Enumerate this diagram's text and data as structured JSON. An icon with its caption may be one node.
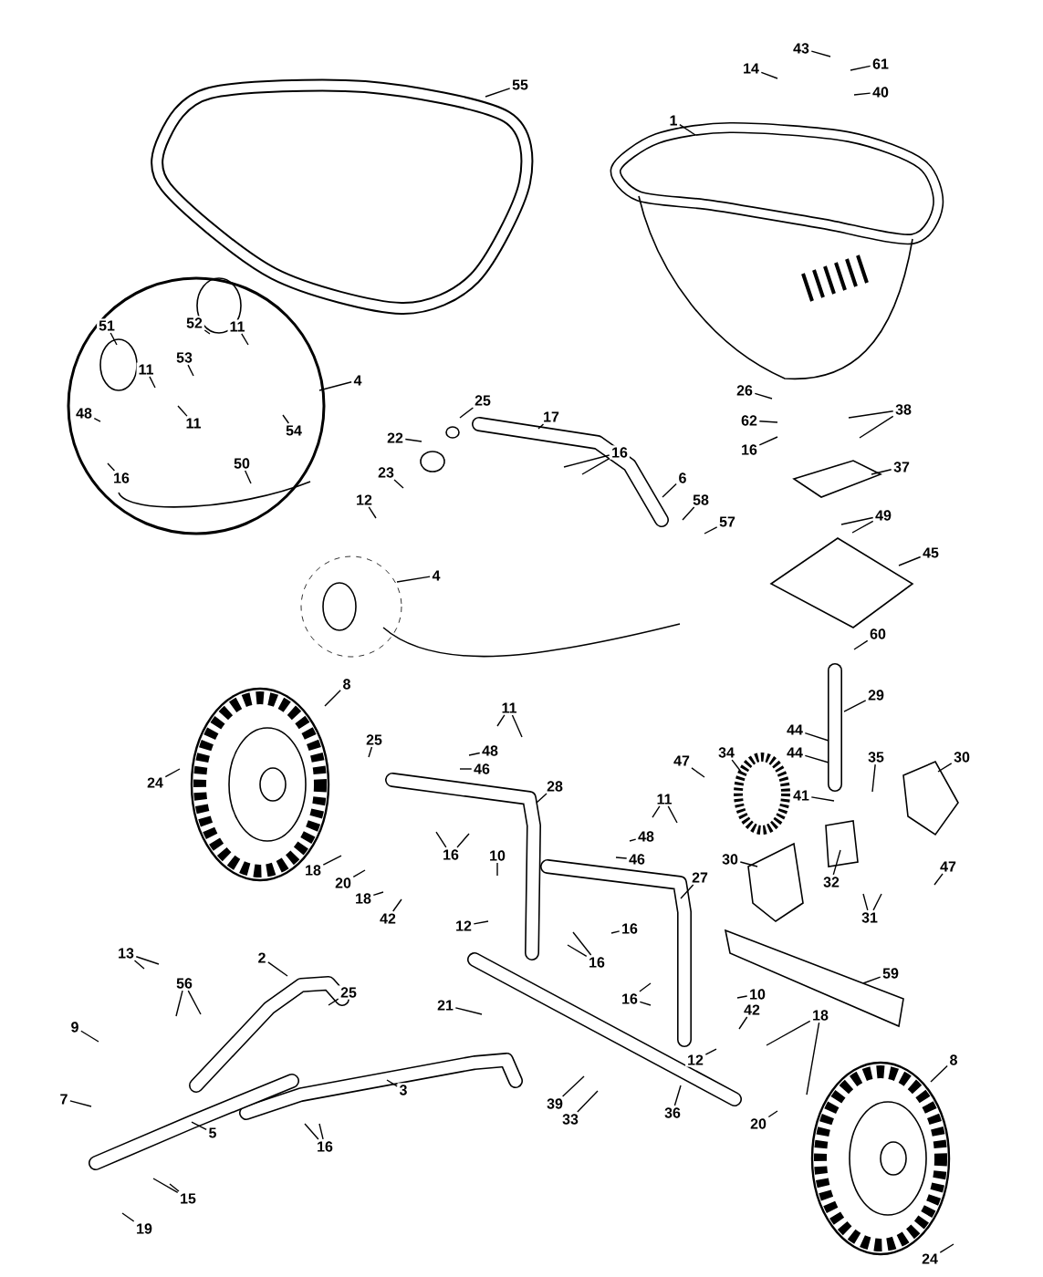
{
  "diagram": {
    "nodes": [
      {
        "text": [
          "1"
        ]
      },
      {
        "text": [
          "55"
        ]
      },
      {
        "text": [
          "14"
        ]
      },
      {
        "text": [
          "43"
        ]
      },
      {
        "text": [
          "61"
        ]
      },
      {
        "text": [
          "40"
        ]
      },
      {
        "text": [
          "26"
        ]
      },
      {
        "text": [
          "38"
        ]
      },
      {
        "text": [
          "62"
        ]
      },
      {
        "text": [
          "16"
        ]
      },
      {
        "text": [
          "37"
        ]
      },
      {
        "text": [
          "49"
        ]
      },
      {
        "text": [
          "45"
        ]
      },
      {
        "text": [
          "60"
        ]
      },
      {
        "text": [
          "29"
        ]
      },
      {
        "text": [
          "44"
        ]
      },
      {
        "text": [
          "44"
        ]
      },
      {
        "text": [
          "30"
        ]
      },
      {
        "text": [
          "41"
        ]
      },
      {
        "text": [
          "35"
        ]
      },
      {
        "text": [
          "47"
        ]
      },
      {
        "text": [
          "34"
        ]
      },
      {
        "text": [
          "30"
        ]
      },
      {
        "text": [
          "32"
        ]
      },
      {
        "text": [
          "47"
        ]
      },
      {
        "text": [
          "31"
        ]
      },
      {
        "text": [
          "59"
        ]
      },
      {
        "text": [
          "11"
        ]
      },
      {
        "text": [
          "48"
        ]
      },
      {
        "text": [
          "46"
        ]
      },
      {
        "text": [
          "28"
        ]
      },
      {
        "text": [
          "16"
        ]
      },
      {
        "text": [
          "25"
        ]
      },
      {
        "text": [
          "24"
        ]
      },
      {
        "text": [
          "8"
        ]
      },
      {
        "text": [
          "18"
        ]
      },
      {
        "text": [
          "20"
        ]
      },
      {
        "text": [
          "18"
        ]
      },
      {
        "text": [
          "42"
        ]
      },
      {
        "text": [
          "10"
        ]
      },
      {
        "text": [
          "12"
        ]
      },
      {
        "text": [
          "11"
        ]
      },
      {
        "text": [
          "48"
        ]
      },
      {
        "text": [
          "46"
        ]
      },
      {
        "text": [
          "27"
        ]
      },
      {
        "text": [
          "16"
        ]
      },
      {
        "text": [
          "16"
        ]
      },
      {
        "text": [
          "16"
        ]
      },
      {
        "text": [
          "10"
        ]
      },
      {
        "text": [
          "12"
        ]
      },
      {
        "text": [
          "42"
        ]
      },
      {
        "text": [
          "18"
        ]
      },
      {
        "text": [
          "20"
        ]
      },
      {
        "text": [
          "8"
        ]
      },
      {
        "text": [
          "24"
        ]
      },
      {
        "text": [
          "36"
        ]
      },
      {
        "text": [
          "39"
        ]
      },
      {
        "text": [
          "33"
        ]
      },
      {
        "text": [
          "21"
        ]
      },
      {
        "text": [
          "2"
        ]
      },
      {
        "text": [
          "25"
        ]
      },
      {
        "text": [
          "3"
        ]
      },
      {
        "text": [
          "13"
        ]
      },
      {
        "text": [
          "56"
        ]
      },
      {
        "text": [
          "9"
        ]
      },
      {
        "text": [
          "7"
        ]
      },
      {
        "text": [
          "5"
        ]
      },
      {
        "text": [
          "16"
        ]
      },
      {
        "text": [
          "15"
        ]
      },
      {
        "text": [
          "19"
        ]
      },
      {
        "text": [
          "4"
        ]
      },
      {
        "text": [
          "52"
        ]
      },
      {
        "text": [
          "11"
        ]
      },
      {
        "text": [
          "53"
        ]
      },
      {
        "text": [
          "11"
        ]
      },
      {
        "text": [
          "11"
        ]
      },
      {
        "text": [
          "51"
        ]
      },
      {
        "text": [
          "48"
        ]
      },
      {
        "text": [
          "54"
        ]
      },
      {
        "text": [
          "16"
        ]
      },
      {
        "text": [
          "50"
        ]
      },
      {
        "text": [
          "25"
        ]
      },
      {
        "text": [
          "17"
        ]
      },
      {
        "text": [
          "22"
        ]
      },
      {
        "text": [
          "16"
        ]
      },
      {
        "text": [
          "23"
        ]
      },
      {
        "text": [
          "6"
        ]
      },
      {
        "text": [
          "58"
        ]
      },
      {
        "text": [
          "57"
        ]
      },
      {
        "text": [
          "12"
        ]
      },
      {
        "text": [
          "4"
        ]
      }
    ],
    "edges": [
      {
        "from": 0,
        "to": null,
        "arrow": "none"
      },
      {
        "from": 1,
        "to": null,
        "arrow": "none"
      },
      {
        "from": 2,
        "to": null,
        "arrow": "none"
      },
      {
        "from": 3,
        "to": null,
        "arrow": "none"
      },
      {
        "from": 4,
        "to": null,
        "arrow": "none"
      },
      {
        "from": 5,
        "to": null,
        "arrow": "none"
      },
      {
        "from": 6,
        "to": null,
        "arrow": "none"
      },
      {
        "from": 7,
        "to": null,
        "arrow": "none"
      },
      {
        "from": 7,
        "to": null,
        "arrow": "none"
      },
      {
        "from": 8,
        "to": null,
        "arrow": "none"
      },
      {
        "from": 9,
        "to": null,
        "arrow": "none"
      },
      {
        "from": 10,
        "to": null,
        "arrow": "none"
      },
      {
        "from": 11,
        "to": null,
        "arrow": "none"
      },
      {
        "from": 11,
        "to": null,
        "arrow": "none"
      },
      {
        "from": 12,
        "to": null,
        "arrow": "none"
      },
      {
        "from": 13,
        "to": null,
        "arrow": "none"
      },
      {
        "from": 14,
        "to": null,
        "arrow": "none"
      },
      {
        "from": 15,
        "to": null,
        "arrow": "none"
      },
      {
        "from": 16,
        "to": null,
        "arrow": "none"
      },
      {
        "from": 17,
        "to": null,
        "arrow": "none"
      },
      {
        "from": 18,
        "to": null,
        "arrow": "none"
      },
      {
        "from": 19,
        "to": null,
        "arrow": "none"
      },
      {
        "from": 20,
        "to": null,
        "arrow": "none"
      },
      {
        "from": 21,
        "to": null,
        "arrow": "none"
      },
      {
        "from": 22,
        "to": null,
        "arrow": "none"
      },
      {
        "from": 23,
        "to": null,
        "arrow": "none"
      },
      {
        "from": 24,
        "to": null,
        "arrow": "none"
      },
      {
        "from": 25,
        "to": null,
        "arrow": "none"
      },
      {
        "from": 25,
        "to": null,
        "arrow": "none"
      },
      {
        "from": 26,
        "to": null,
        "arrow": "none"
      },
      {
        "from": 27,
        "to": null,
        "arrow": "none"
      },
      {
        "from": 27,
        "to": null,
        "arrow": "none"
      },
      {
        "from": 28,
        "to": null,
        "arrow": "none"
      },
      {
        "from": 29,
        "to": null,
        "arrow": "none"
      },
      {
        "from": 30,
        "to": null,
        "arrow": "none"
      },
      {
        "from": 31,
        "to": null,
        "arrow": "none"
      },
      {
        "from": 31,
        "to": null,
        "arrow": "none"
      },
      {
        "from": 32,
        "to": null,
        "arrow": "none"
      },
      {
        "from": 33,
        "to": null,
        "arrow": "none"
      },
      {
        "from": 34,
        "to": null,
        "arrow": "none"
      },
      {
        "from": 35,
        "to": null,
        "arrow": "none"
      },
      {
        "from": 36,
        "to": null,
        "arrow": "none"
      },
      {
        "from": 37,
        "to": null,
        "arrow": "none"
      },
      {
        "from": 38,
        "to": null,
        "arrow": "none"
      },
      {
        "from": 39,
        "to": null,
        "arrow": "none"
      },
      {
        "from": 40,
        "to": null,
        "arrow": "none"
      },
      {
        "from": 41,
        "to": null,
        "arrow": "none"
      },
      {
        "from": 41,
        "to": null,
        "arrow": "none"
      },
      {
        "from": 42,
        "to": null,
        "arrow": "none"
      },
      {
        "from": 43,
        "to": null,
        "arrow": "none"
      },
      {
        "from": 44,
        "to": null,
        "arrow": "none"
      },
      {
        "from": 45,
        "to": null,
        "arrow": "none"
      },
      {
        "from": 46,
        "to": null,
        "arrow": "none"
      },
      {
        "from": 46,
        "to": null,
        "arrow": "none"
      },
      {
        "from": 47,
        "to": null,
        "arrow": "none"
      },
      {
        "from": 47,
        "to": null,
        "arrow": "none"
      },
      {
        "from": 48,
        "to": null,
        "arrow": "none"
      },
      {
        "from": 49,
        "to": null,
        "arrow": "none"
      },
      {
        "from": 50,
        "to": null,
        "arrow": "none"
      },
      {
        "from": 51,
        "to": null,
        "arrow": "none"
      },
      {
        "from": 51,
        "to": null,
        "arrow": "none"
      },
      {
        "from": 52,
        "to": null,
        "arrow": "none"
      },
      {
        "from": 53,
        "to": null,
        "arrow": "none"
      },
      {
        "from": 54,
        "to": null,
        "arrow": "none"
      },
      {
        "from": 55,
        "to": null,
        "arrow": "none"
      },
      {
        "from": 56,
        "to": null,
        "arrow": "none"
      },
      {
        "from": 57,
        "to": null,
        "arrow": "none"
      },
      {
        "from": 58,
        "to": null,
        "arrow": "none"
      },
      {
        "from": 59,
        "to": null,
        "arrow": "none"
      },
      {
        "from": 60,
        "to": null,
        "arrow": "none"
      },
      {
        "from": 61,
        "to": null,
        "arrow": "none"
      },
      {
        "from": 62,
        "to": null,
        "arrow": "none"
      },
      {
        "from": 62,
        "to": null,
        "arrow": "none"
      },
      {
        "from": 63,
        "to": null,
        "arrow": "none"
      },
      {
        "from": 63,
        "to": null,
        "arrow": "none"
      },
      {
        "from": 64,
        "to": null,
        "arrow": "none"
      },
      {
        "from": 65,
        "to": null,
        "arrow": "none"
      },
      {
        "from": 66,
        "to": null,
        "arrow": "none"
      },
      {
        "from": 67,
        "to": null,
        "arrow": "none"
      },
      {
        "from": 67,
        "to": null,
        "arrow": "none"
      },
      {
        "from": 68,
        "to": null,
        "arrow": "none"
      },
      {
        "from": 68,
        "to": null,
        "arrow": "none"
      },
      {
        "from": 69,
        "to": null,
        "arrow": "none"
      },
      {
        "from": 70,
        "to": null,
        "arrow": "none"
      },
      {
        "from": 71,
        "to": null,
        "arrow": "none"
      },
      {
        "from": 72,
        "to": null,
        "arrow": "none"
      },
      {
        "from": 73,
        "to": null,
        "arrow": "none"
      },
      {
        "from": 74,
        "to": null,
        "arrow": "none"
      },
      {
        "from": 75,
        "to": null,
        "arrow": "none"
      },
      {
        "from": 76,
        "to": null,
        "arrow": "none"
      },
      {
        "from": 77,
        "to": null,
        "arrow": "none"
      },
      {
        "from": 78,
        "to": null,
        "arrow": "none"
      },
      {
        "from": 79,
        "to": null,
        "arrow": "none"
      },
      {
        "from": 80,
        "to": null,
        "arrow": "none"
      },
      {
        "from": 81,
        "to": null,
        "arrow": "none"
      },
      {
        "from": 82,
        "to": null,
        "arrow": "none"
      },
      {
        "from": 83,
        "to": null,
        "arrow": "none"
      },
      {
        "from": 84,
        "to": null,
        "arrow": "none"
      },
      {
        "from": 84,
        "to": null,
        "arrow": "none"
      },
      {
        "from": 85,
        "to": null,
        "arrow": "none"
      },
      {
        "from": 86,
        "to": null,
        "arrow": "none"
      },
      {
        "from": 87,
        "to": null,
        "arrow": "none"
      },
      {
        "from": 88,
        "to": null,
        "arrow": "none"
      },
      {
        "from": 89,
        "to": null,
        "arrow": "none"
      },
      {
        "from": 90,
        "to": null,
        "arrow": "none"
      }
    ]
  }
}
